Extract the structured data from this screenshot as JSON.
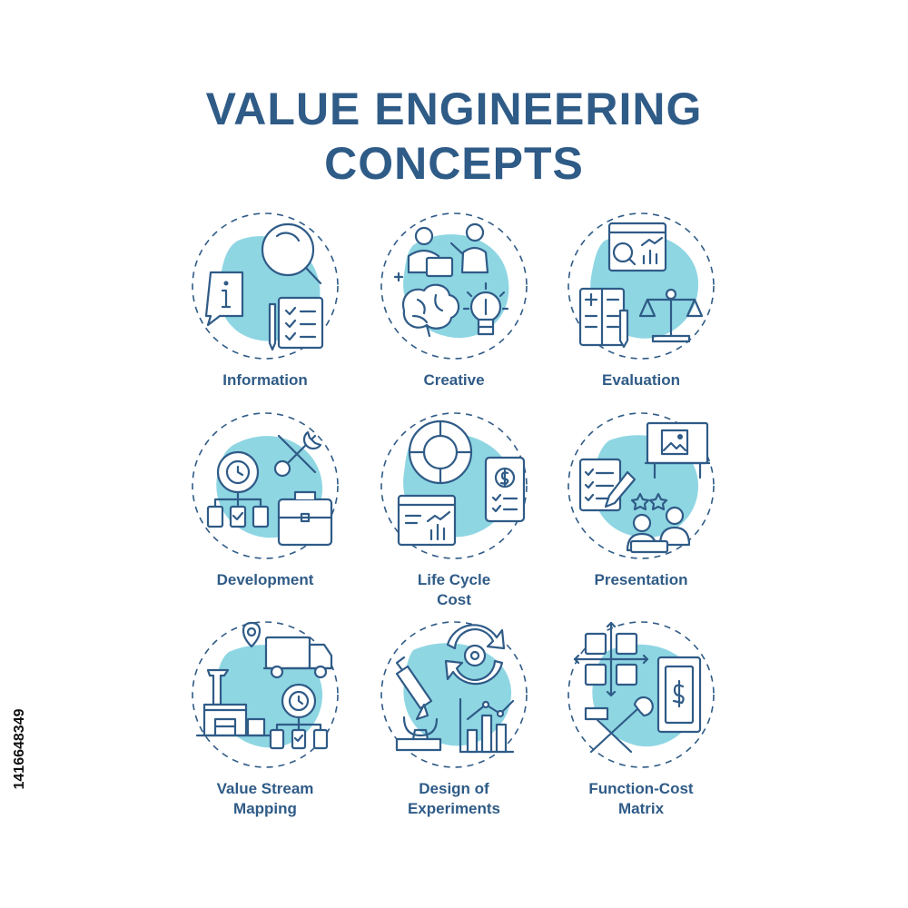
{
  "title": {
    "line1": "VALUE ENGINEERING",
    "line2": "CONCEPTS"
  },
  "colors": {
    "primary": "#2f5b87",
    "accent": "#8fd6e3",
    "background": "#ffffff"
  },
  "stock_id": "1416648349",
  "concepts": [
    {
      "icon": "information-icon",
      "lines": [
        "Information"
      ]
    },
    {
      "icon": "creative-icon",
      "lines": [
        "Creative"
      ]
    },
    {
      "icon": "evaluation-icon",
      "lines": [
        "Evaluation"
      ]
    },
    {
      "icon": "development-icon",
      "lines": [
        "Development"
      ]
    },
    {
      "icon": "life-cycle-cost-icon",
      "lines": [
        "Life Cycle",
        "Cost"
      ]
    },
    {
      "icon": "presentation-icon",
      "lines": [
        "Presentation"
      ]
    },
    {
      "icon": "value-stream-mapping-icon",
      "lines": [
        "Value Stream",
        "Mapping"
      ]
    },
    {
      "icon": "design-of-experiments-icon",
      "lines": [
        "Design of",
        "Experiments"
      ]
    },
    {
      "icon": "function-cost-matrix-icon",
      "lines": [
        "Function-Cost",
        "Matrix"
      ]
    }
  ]
}
